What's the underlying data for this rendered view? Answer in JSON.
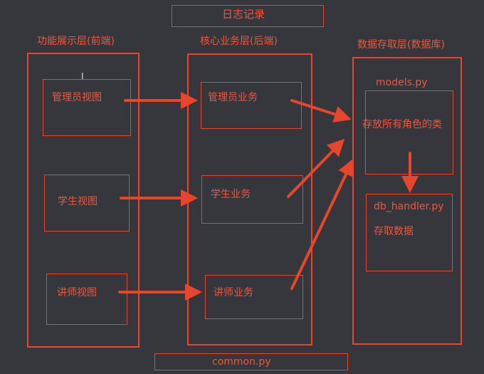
{
  "top_label": "日志记录",
  "bottom_label": "common.py",
  "columns": {
    "frontend": {
      "title": "功能展示层(前端)",
      "boxes": [
        "管理员视图",
        "学生视图",
        "讲师视图"
      ]
    },
    "backend": {
      "title": "核心业务层(后端)",
      "boxes": [
        "管理员业务",
        "学生业务",
        "讲师业务"
      ]
    },
    "data": {
      "title": "数据存取层(数据库)",
      "models_label": "models.py",
      "models_box": "存放所有角色的类",
      "db_box_title": "db_handler.py",
      "db_box_text": "存取数据"
    }
  },
  "colors": {
    "accent": "#e8452c",
    "background": "#35373d"
  }
}
